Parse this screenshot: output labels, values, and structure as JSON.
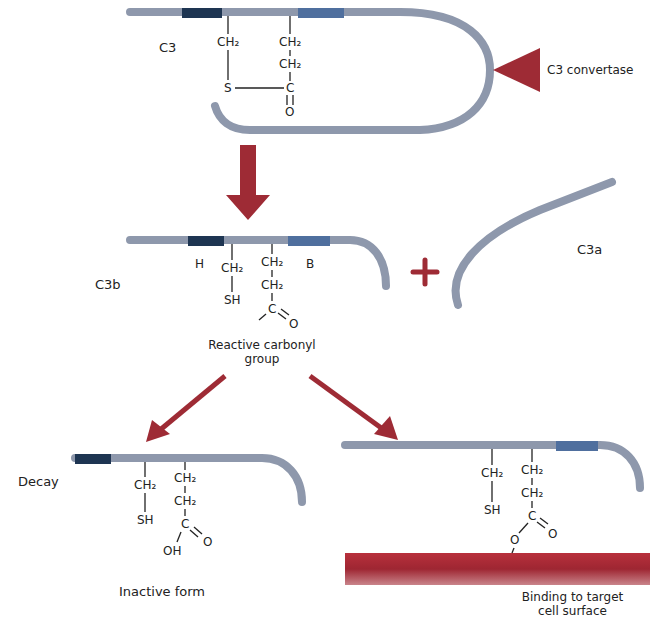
{
  "diagram": {
    "labels": [
      "C3",
      "C3 convertase",
      "CH₂",
      "S",
      "CH₂",
      "CH₂",
      "C",
      "O",
      "C3b",
      "H",
      "B",
      "CH₂",
      "SH",
      "CH₂",
      "CH₂",
      "C",
      "O",
      "Reactive carbonyl group",
      "C3a",
      "Decay",
      "CH₂",
      "SH",
      "CH₂",
      "CH₂",
      "C",
      "OH",
      "O",
      "Inactive form",
      "CH₂",
      "SH",
      "CH₂",
      "CH₂",
      "C",
      "O",
      "O",
      "Binding to target cell surface"
    ]
  }
}
